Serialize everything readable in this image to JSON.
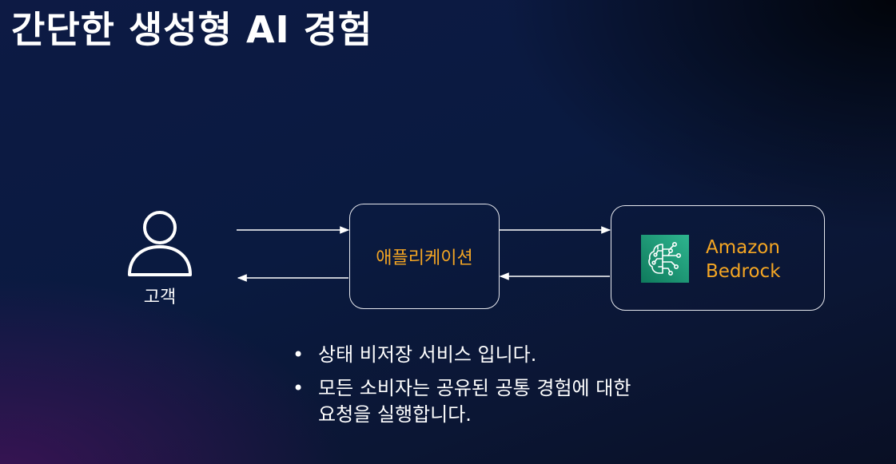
{
  "slide": {
    "title": "간단한 생성형 AI 경험"
  },
  "diagram": {
    "customer_label": "고객",
    "application_label": "애플리케이션",
    "bedrock_label_line1": "Amazon",
    "bedrock_label_line2": "Bedrock",
    "accent_color": "#f5a623",
    "bedrock_icon_color": "#1b9a78",
    "icons": {
      "customer": "user-icon",
      "bedrock": "bedrock-brain-icon"
    }
  },
  "bullets": [
    "상태 비저장 서비스 입니다.",
    "모든 소비자는 공유된 공통 경험에 대한\n요청을 실행합니다."
  ]
}
